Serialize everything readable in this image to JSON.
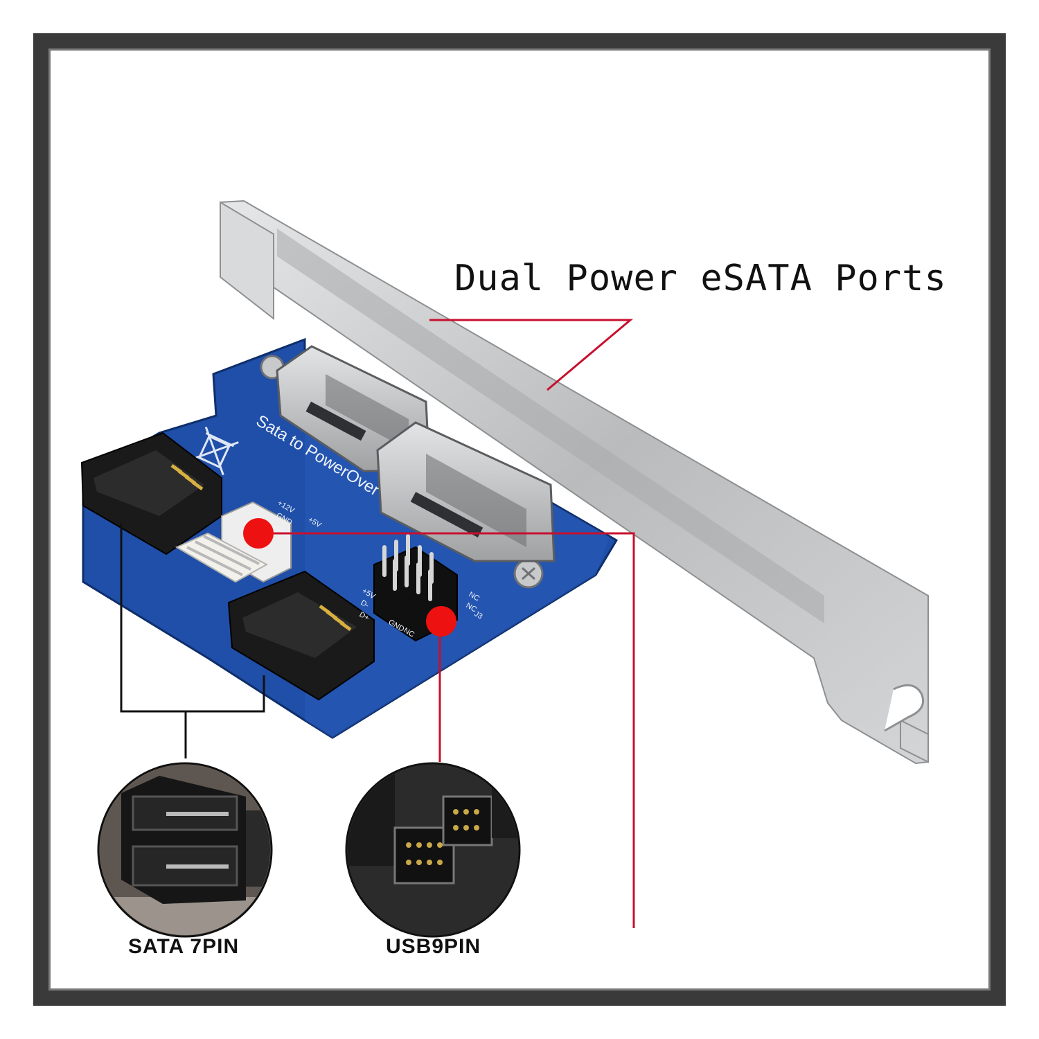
{
  "headline": "Dual Power eSATA Ports",
  "board": {
    "silkscreen_title": "Sata to PowerOver eSATA",
    "power_pins": [
      "+12V",
      "GND",
      "GND",
      "+5V"
    ],
    "usb_pins_left": [
      "+5V",
      "D-",
      "D+",
      "GND",
      "NC"
    ],
    "usb_pins_right": [
      "NC",
      "NC",
      "J3"
    ]
  },
  "callouts": {
    "sata": "SATA 7PIN",
    "usb": "USB9PIN"
  },
  "colors": {
    "pcb": "#1f4fa8",
    "bracket": "#c9cbcd",
    "leader": "#c8102e",
    "marker": "#ee1111",
    "frame": "#3a3a3a"
  },
  "icons": {
    "weee": "crossed-bin-icon",
    "marker": "red-dot-icon"
  }
}
